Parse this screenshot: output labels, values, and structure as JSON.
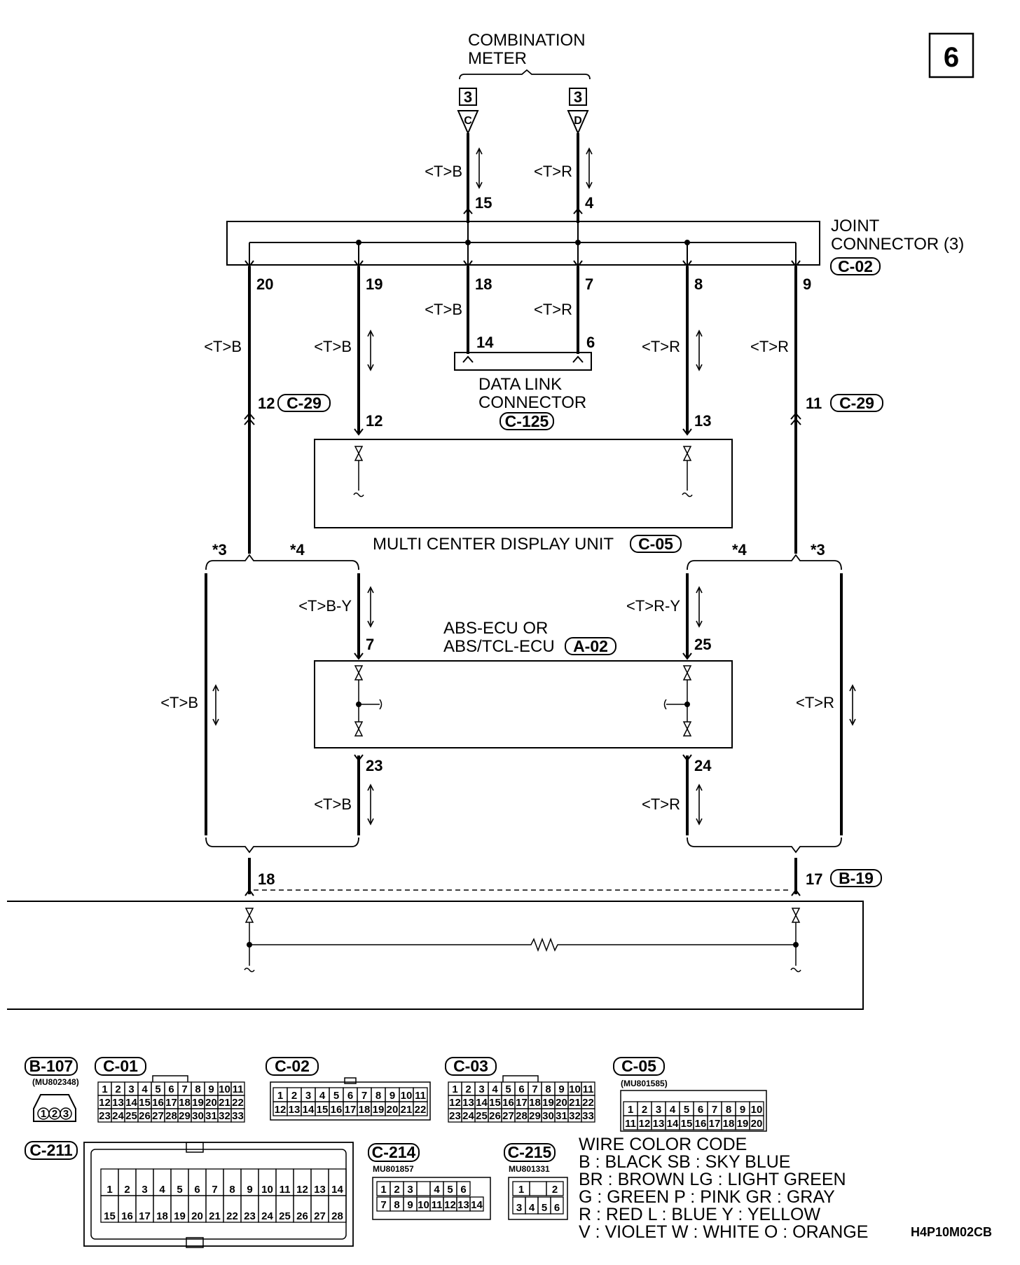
{
  "page_number": "6",
  "figure_code": "H4P10M02CB",
  "components": {
    "combination_meter": {
      "name_line1": "COMBINATION",
      "name_line2": "METER",
      "conn_left_num": "3",
      "conn_left_letter": "C",
      "conn_right_num": "3",
      "conn_right_letter": "D"
    },
    "joint_connector": {
      "name_line1": "JOINT",
      "name_line2": "CONNECTOR (3)",
      "code": "C-02"
    },
    "data_link_connector": {
      "name_line1": "DATA LINK",
      "name_line2": "CONNECTOR",
      "code": "C-125"
    },
    "multi_center_display": {
      "name": "MULTI CENTER DISPLAY UNIT",
      "code": "C-05"
    },
    "abs_ecu": {
      "name_line1": "ABS-ECU OR",
      "name_line2": "ABS/TCL-ECU",
      "code": "A-02"
    },
    "c29_code": "C-29",
    "b19_code": "B-19"
  },
  "wires": {
    "tb": "<T>B",
    "tr": "<T>R",
    "tby": "<T>B-Y",
    "try": "<T>R-Y"
  },
  "pins": {
    "p15": "15",
    "p4": "4",
    "p20": "20",
    "p19": "19",
    "p18": "18",
    "p7": "7",
    "p8": "8",
    "p9": "9",
    "p14": "14",
    "p6": "6",
    "p12a": "12",
    "p12b": "12",
    "p13": "13",
    "p11": "11",
    "p7b": "7",
    "p25": "25",
    "p23": "23",
    "p24": "24",
    "p18b": "18",
    "p17": "17"
  },
  "notes": {
    "star3": "*3",
    "star4": "*4"
  },
  "connectors": {
    "b107": {
      "code": "B-107",
      "part": "(MU802348)",
      "pins": [
        "1",
        "2",
        "3"
      ]
    },
    "c01": {
      "code": "C-01",
      "row1": [
        "1",
        "2",
        "3",
        "4",
        "5",
        "6",
        "7",
        "8",
        "9",
        "10",
        "11"
      ],
      "row2": [
        "12",
        "13",
        "14",
        "15",
        "16",
        "17",
        "18",
        "19",
        "20",
        "21",
        "22"
      ],
      "row3": [
        "23",
        "24",
        "25",
        "26",
        "27",
        "28",
        "29",
        "30",
        "31",
        "32",
        "33"
      ]
    },
    "c02": {
      "code": "C-02",
      "row1": [
        "1",
        "2",
        "3",
        "4",
        "5",
        "6",
        "7",
        "8",
        "9",
        "10",
        "11"
      ],
      "row2": [
        "12",
        "13",
        "14",
        "15",
        "16",
        "17",
        "18",
        "19",
        "20",
        "21",
        "22"
      ]
    },
    "c03": {
      "code": "C-03",
      "row1": [
        "1",
        "2",
        "3",
        "4",
        "5",
        "6",
        "7",
        "8",
        "9",
        "10",
        "11"
      ],
      "row2": [
        "12",
        "13",
        "14",
        "15",
        "16",
        "17",
        "18",
        "19",
        "20",
        "21",
        "22"
      ],
      "row3": [
        "23",
        "24",
        "25",
        "26",
        "27",
        "28",
        "29",
        "30",
        "31",
        "32",
        "33"
      ]
    },
    "c05": {
      "code": "C-05",
      "part": "(MU801585)",
      "row1": [
        "1",
        "2",
        "3",
        "4",
        "5",
        "6",
        "7",
        "8",
        "9",
        "10"
      ],
      "row2": [
        "11",
        "12",
        "13",
        "14",
        "15",
        "16",
        "17",
        "18",
        "19",
        "20"
      ]
    },
    "c211": {
      "code": "C-211",
      "row1": [
        "1",
        "2",
        "3",
        "4",
        "5",
        "6",
        "7",
        "8",
        "9",
        "10",
        "11",
        "12",
        "13",
        "14"
      ],
      "row2": [
        "15",
        "16",
        "17",
        "18",
        "19",
        "20",
        "21",
        "22",
        "23",
        "24",
        "25",
        "26",
        "27",
        "28"
      ]
    },
    "c214": {
      "code": "C-214",
      "part": "MU801857",
      "row1": [
        "1",
        "2",
        "3",
        "",
        "4",
        "5",
        "6"
      ],
      "row2": [
        "7",
        "8",
        "9",
        "10",
        "11",
        "12",
        "13",
        "14"
      ]
    },
    "c215": {
      "code": "C-215",
      "part": "MU801331",
      "row1": [
        "1",
        "",
        "2"
      ],
      "row2": [
        "3",
        "4",
        "5",
        "6"
      ]
    }
  },
  "wire_color_code": {
    "title": "WIRE COLOR CODE",
    "lines": [
      "B : BLACK      SB : SKY BLUE",
      "BR : BROWN      LG : LIGHT GREEN",
      "G : GREEN  P : PINK      GR : GRAY",
      "R : RED      L : BLUE      Y : YELLOW",
      "V : VIOLET      W : WHITE      O : ORANGE"
    ]
  }
}
